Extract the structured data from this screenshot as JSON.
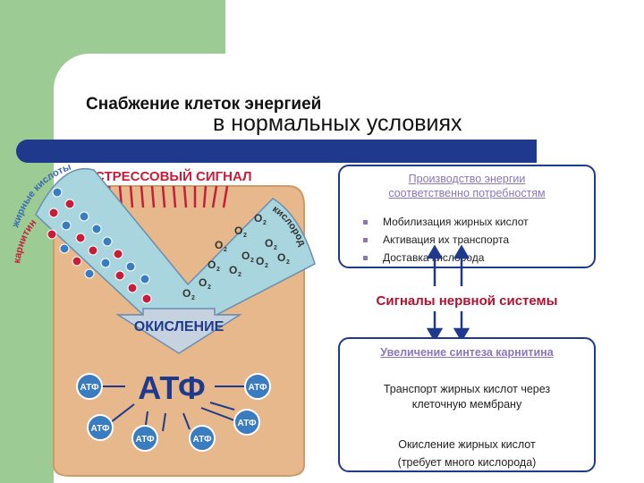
{
  "title": {
    "line1": "Снабжение клеток энергией",
    "line2": "в нормальных условиях"
  },
  "diagram": {
    "stress_signal": "СТРЕССОВЫЙ СИГНАЛ",
    "fatty_acids": "жирные кислоты",
    "carnitine": "карнитин",
    "oxygen": "кислород",
    "o2_symbol": "O",
    "o2_subscript": "2",
    "oxidation": "ОКИСЛЕНИЕ",
    "atp_main": "АТФ",
    "atp_small": "АТФ"
  },
  "energy_box": {
    "heading_line1": "Производство энергии",
    "heading_line2": "соответственно потребностям",
    "items": [
      "Мобилизация жирных кислот",
      "Активация их транспорта",
      "Доставка кислорода"
    ]
  },
  "nerve_signals": "Сигналы нервной системы",
  "carnitine_box": {
    "heading": "Увеличение синтеза карнитина",
    "transport_line1": "Транспорт жирных кислот через",
    "transport_line2": "клеточную мембрану",
    "oxidation_line1": "Окисление жирных кислот",
    "oxidation_line2": "(требует много кислорода)"
  },
  "colors": {
    "accent_blue": "#1f3a8c",
    "cell_fill": "#e6b88b",
    "funnel_fill": "#a9d6de",
    "nerve_red": "#b0122f",
    "atp_circle": "#3a7cc0",
    "stress_red": "#c41e3a"
  }
}
